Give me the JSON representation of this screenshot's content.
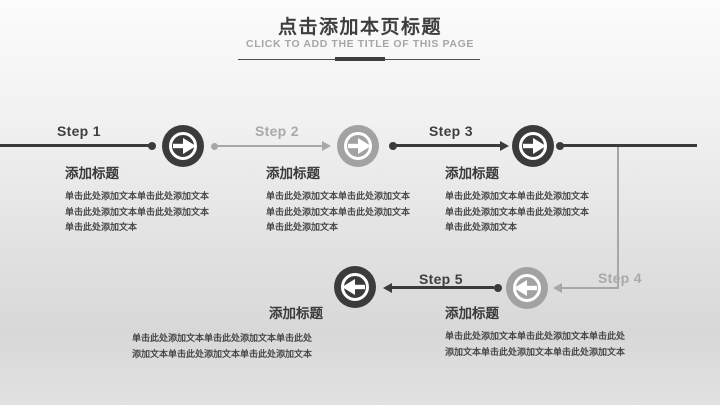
{
  "header": {
    "title": "点击添加本页标题",
    "subtitle": "CLICK TO ADD THE TITLE OF THIS PAGE"
  },
  "colors": {
    "dark_accent": "#3b3b3b",
    "gray_accent": "#a7a7a7",
    "body_text": "#4a4a4a",
    "background_top": "#fcfcfc",
    "background_bottom": "#d8d8d8"
  },
  "steps": [
    {
      "label": "Step 1",
      "title": "添加标题",
      "lines": [
        "单击此处添加文本单击此处添加文本",
        "单击此处添加文本单击此处添加文本",
        "单击此处添加文本"
      ]
    },
    {
      "label": "Step 2",
      "title": "添加标题",
      "lines": [
        "单击此处添加文本单击此处添加文本",
        "单击此处添加文本单击此处添加文本",
        "单击此处添加文本"
      ]
    },
    {
      "label": "Step 3",
      "title": "添加标题",
      "lines": [
        "单击此处添加文本单击此处添加文本",
        "单击此处添加文本单击此处添加文本",
        "单击此处添加文本"
      ]
    },
    {
      "label": "Step 4",
      "title": "添加标题",
      "lines": [
        "单击此处添加文本单击此处添加文本单击此处",
        "添加文本单击此处添加文本单击此处添加文本"
      ]
    },
    {
      "label": "Step 5",
      "title": "添加标题",
      "lines": [
        "单击此处添加文本单击此处添加文本单击此处",
        "添加文本单击此处添加文本单击此处添加文本"
      ]
    }
  ]
}
